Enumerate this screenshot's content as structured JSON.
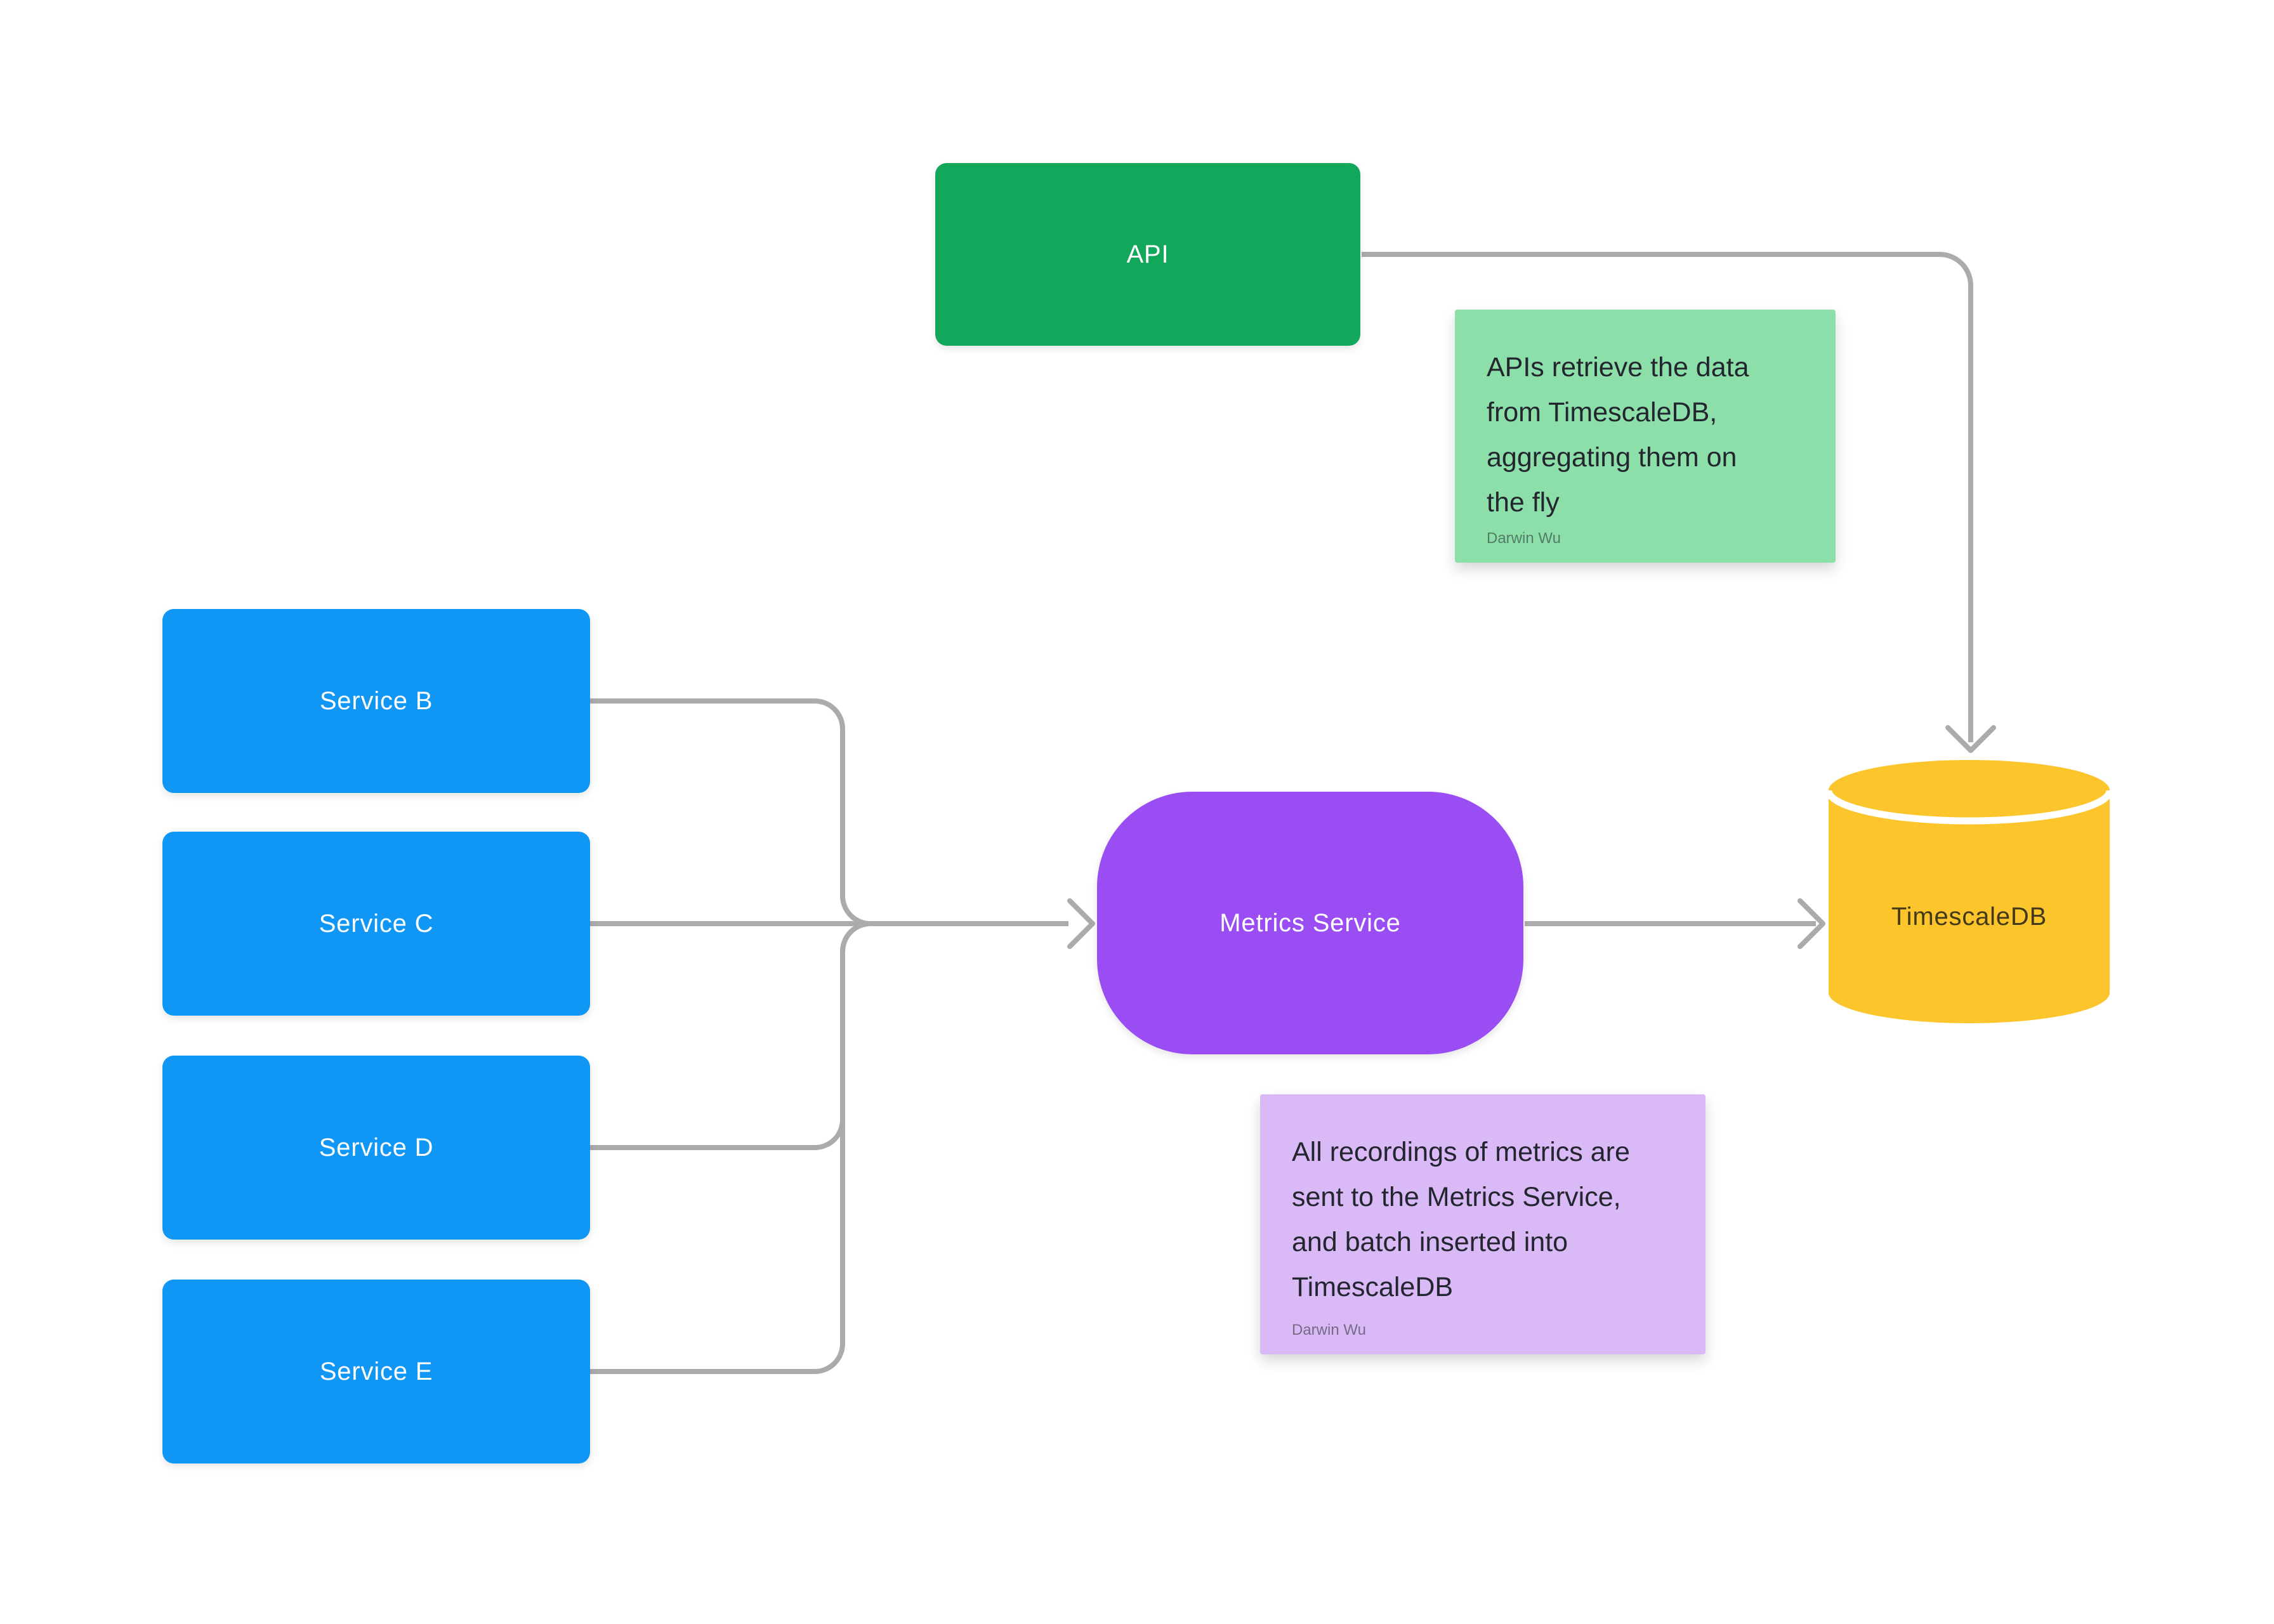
{
  "palette": {
    "canvas_bg": "#ffffff",
    "service_blue": "#1096F5",
    "api_green": "#13A75C",
    "metrics_purple": "#9B4DF4",
    "db_yellow": "#FBC52B",
    "note_green": "#8CDFA9",
    "note_purple": "#D9B9F6",
    "connector_gray": "#ABABAB",
    "note_text": "#23252F",
    "note_author": "rgba(35,42,48,0.55)",
    "db_label_text": "#42391A",
    "shape_label_text": "#FFFFFF"
  },
  "nodes": {
    "api": {
      "label": "API"
    },
    "service_b": {
      "label": "Service B"
    },
    "service_c": {
      "label": "Service C"
    },
    "service_d": {
      "label": "Service D"
    },
    "service_e": {
      "label": "Service E"
    },
    "metrics": {
      "label": "Metrics Service"
    },
    "timescaledb": {
      "label": "TimescaleDB"
    }
  },
  "notes": {
    "api_note": {
      "lines": [
        "APIs retrieve the data",
        "from TimescaleDB,",
        "aggregating them on",
        "the fly"
      ],
      "author": "Darwin Wu"
    },
    "metrics_note": {
      "lines": [
        "All recordings of metrics are",
        "sent to the Metrics Service,",
        "and batch inserted into",
        "TimescaleDB"
      ],
      "author": "Darwin Wu"
    }
  }
}
